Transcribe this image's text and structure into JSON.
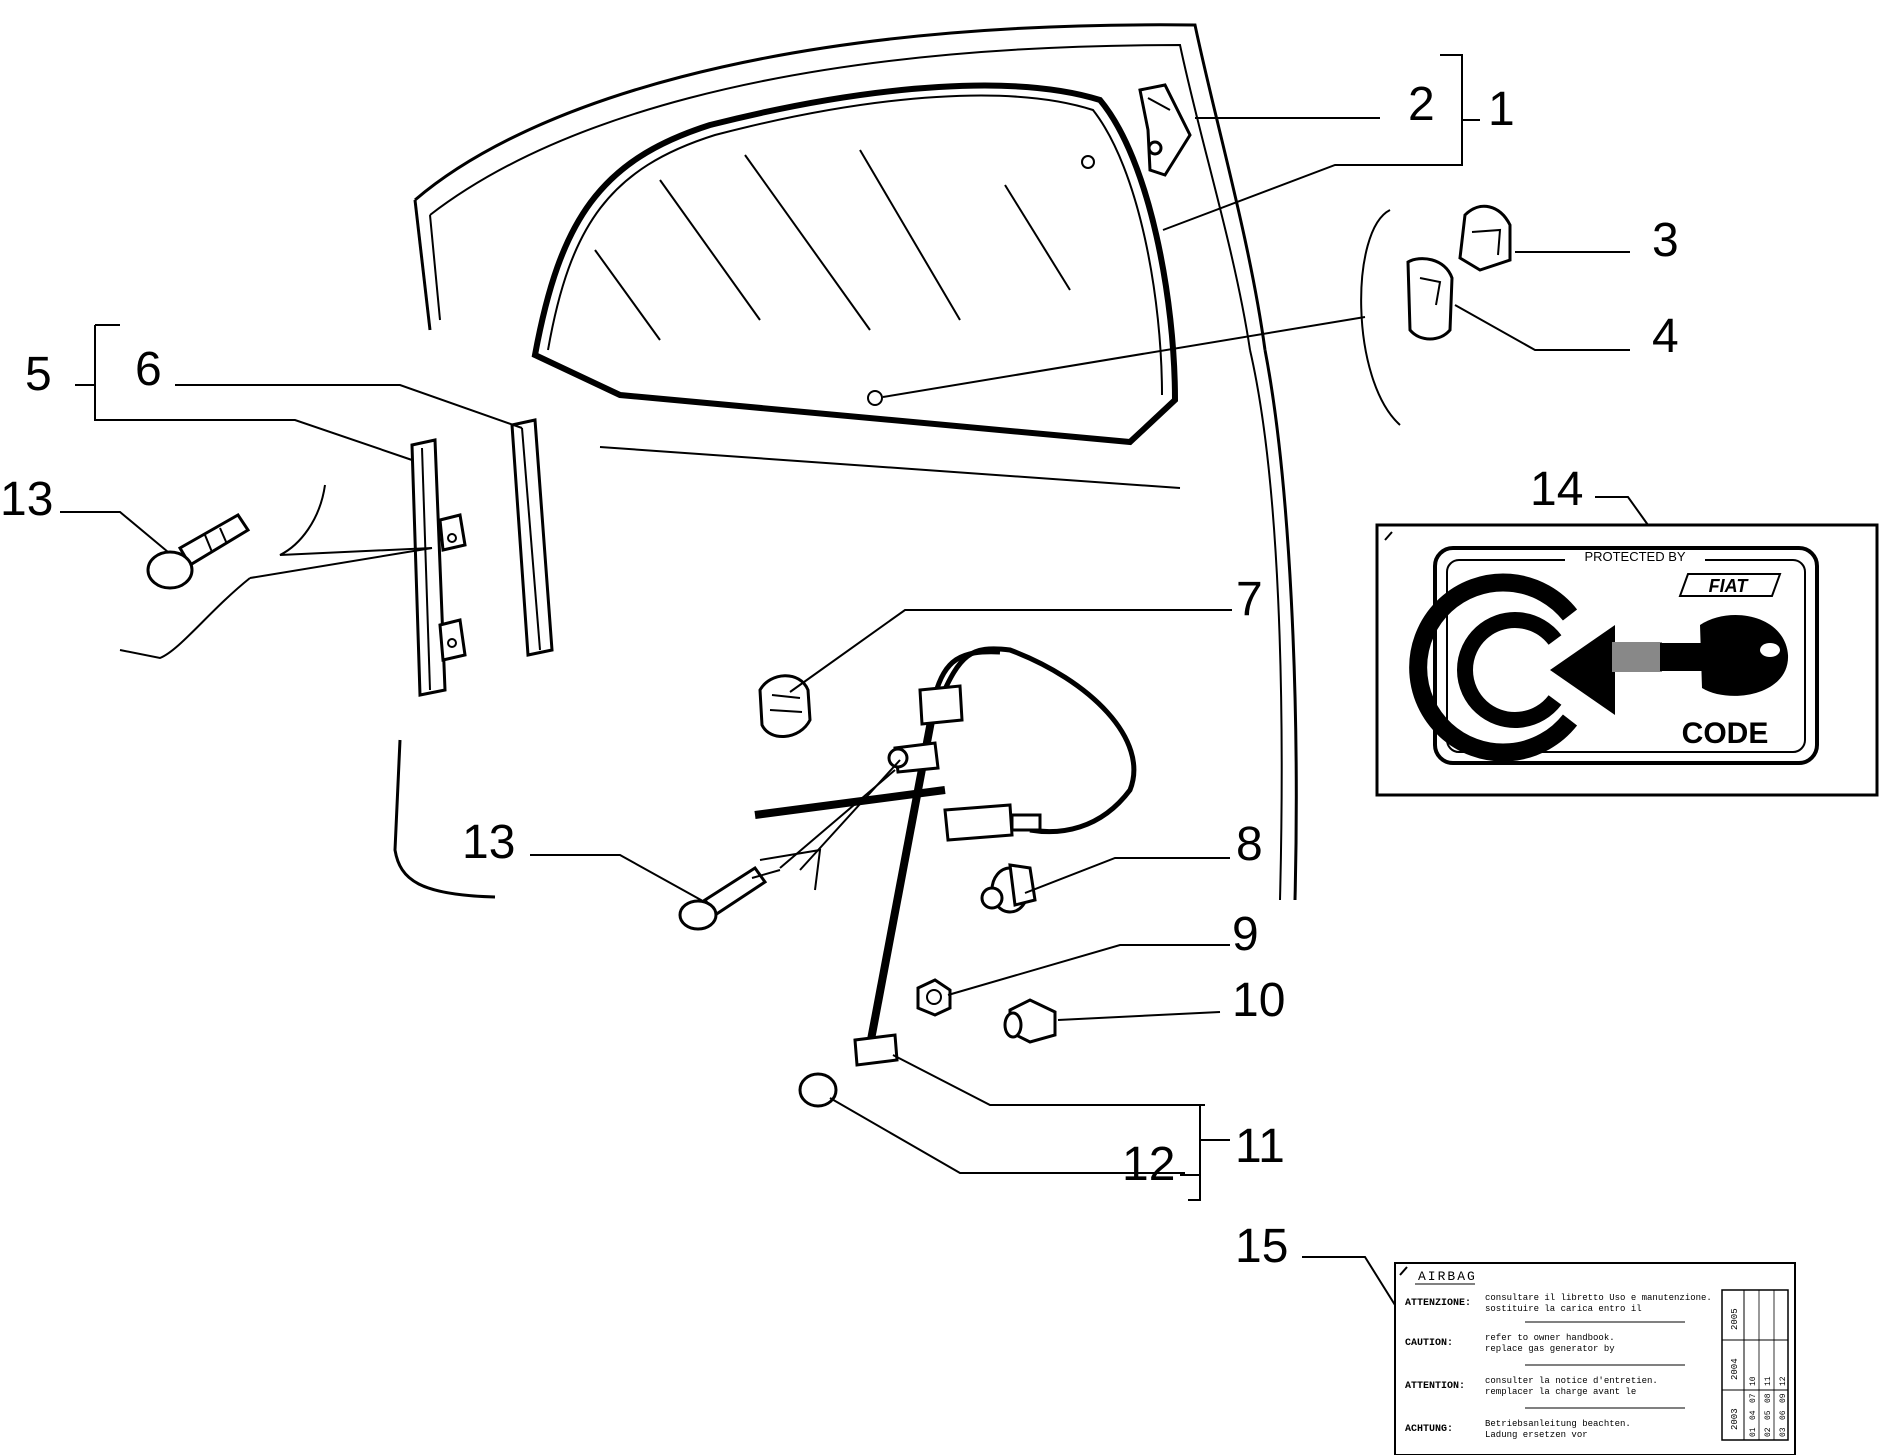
{
  "callouts": {
    "c1": "1",
    "c2": "2",
    "c3": "3",
    "c4": "4",
    "c5": "5",
    "c6": "6",
    "c7": "7",
    "c8": "8",
    "c9": "9",
    "c10": "10",
    "c11": "11",
    "c12": "12",
    "c13a": "13",
    "c13b": "13",
    "c14": "14",
    "c15": "15"
  },
  "code_label": {
    "protected_by": "PROTECTED BY",
    "brand": "FIAT",
    "code": "CODE"
  },
  "airbag_label": {
    "title": "AIRBAG",
    "rows": [
      {
        "heading": "ATTENZIONE:",
        "line1": "consultare il libretto Uso e manutenzione.",
        "line2": "sostituire la carica entro il"
      },
      {
        "heading": "CAUTION:",
        "line1": "refer to owner handbook.",
        "line2": "replace gas generator by"
      },
      {
        "heading": "ATTENTION:",
        "line1": "consulter la notice d'entretien.",
        "line2": "remplacer la charge avant le"
      },
      {
        "heading": "ACHTUNG:",
        "line1": "Betriebsanleitung beachten.",
        "line2": "Ladung ersetzen vor"
      }
    ],
    "years": [
      "2003",
      "2004",
      "2005"
    ],
    "months": [
      "01",
      "02",
      "03",
      "04",
      "05",
      "06",
      "07",
      "08",
      "09",
      "10",
      "11",
      "12"
    ]
  }
}
